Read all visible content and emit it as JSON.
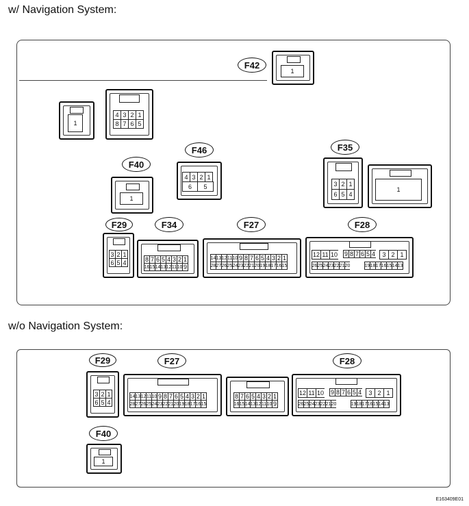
{
  "sections": {
    "with_nav_title": "w/ Navigation System:",
    "without_nav_title": "w/o Navigation System:"
  },
  "labels": {
    "f42": "F42",
    "f46": "F46",
    "f40": "F40",
    "f35": "F35",
    "f29": "F29",
    "f34": "F34",
    "f27": "F27",
    "f28": "F28"
  },
  "image_code": "E163409E01"
}
